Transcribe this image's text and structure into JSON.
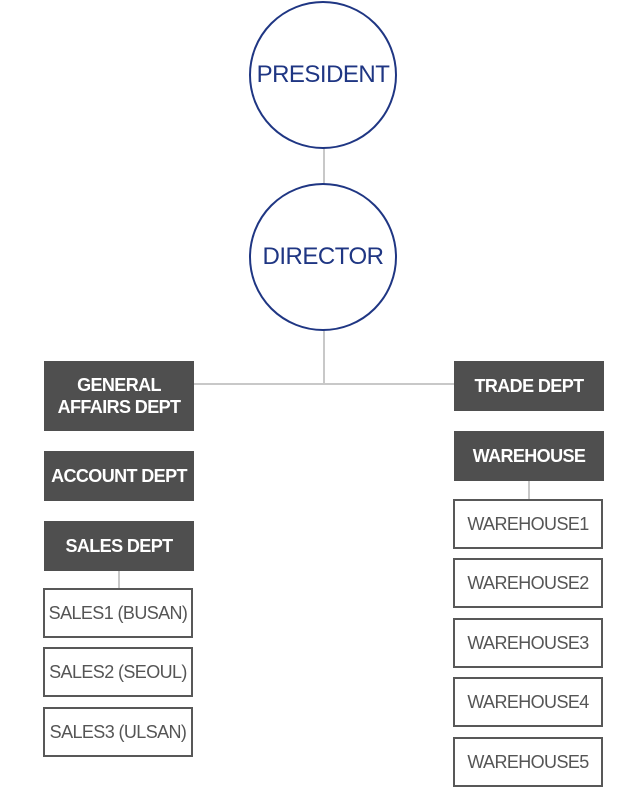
{
  "president": "PRESIDENT",
  "director": "DIRECTOR",
  "left_depts": {
    "general_affairs": "GENERAL\nAFFAIRS DEPT",
    "account": "ACCOUNT DEPT",
    "sales": "SALES DEPT"
  },
  "sales_units": [
    "SALES1 (BUSAN)",
    "SALES2 (SEOUL)",
    "SALES3 (ULSAN)"
  ],
  "right_depts": {
    "trade": "TRADE DEPT",
    "warehouse": "WAREHOUSE"
  },
  "warehouse_units": [
    "WAREHOUSE1",
    "WAREHOUSE2",
    "WAREHOUSE3",
    "WAREHOUSE4",
    "WAREHOUSE5"
  ],
  "colors": {
    "circle_accent": "#1f3683",
    "dept_fill": "#4f4f4f",
    "connector": "#c8c8c8",
    "unit_border": "#585858"
  }
}
